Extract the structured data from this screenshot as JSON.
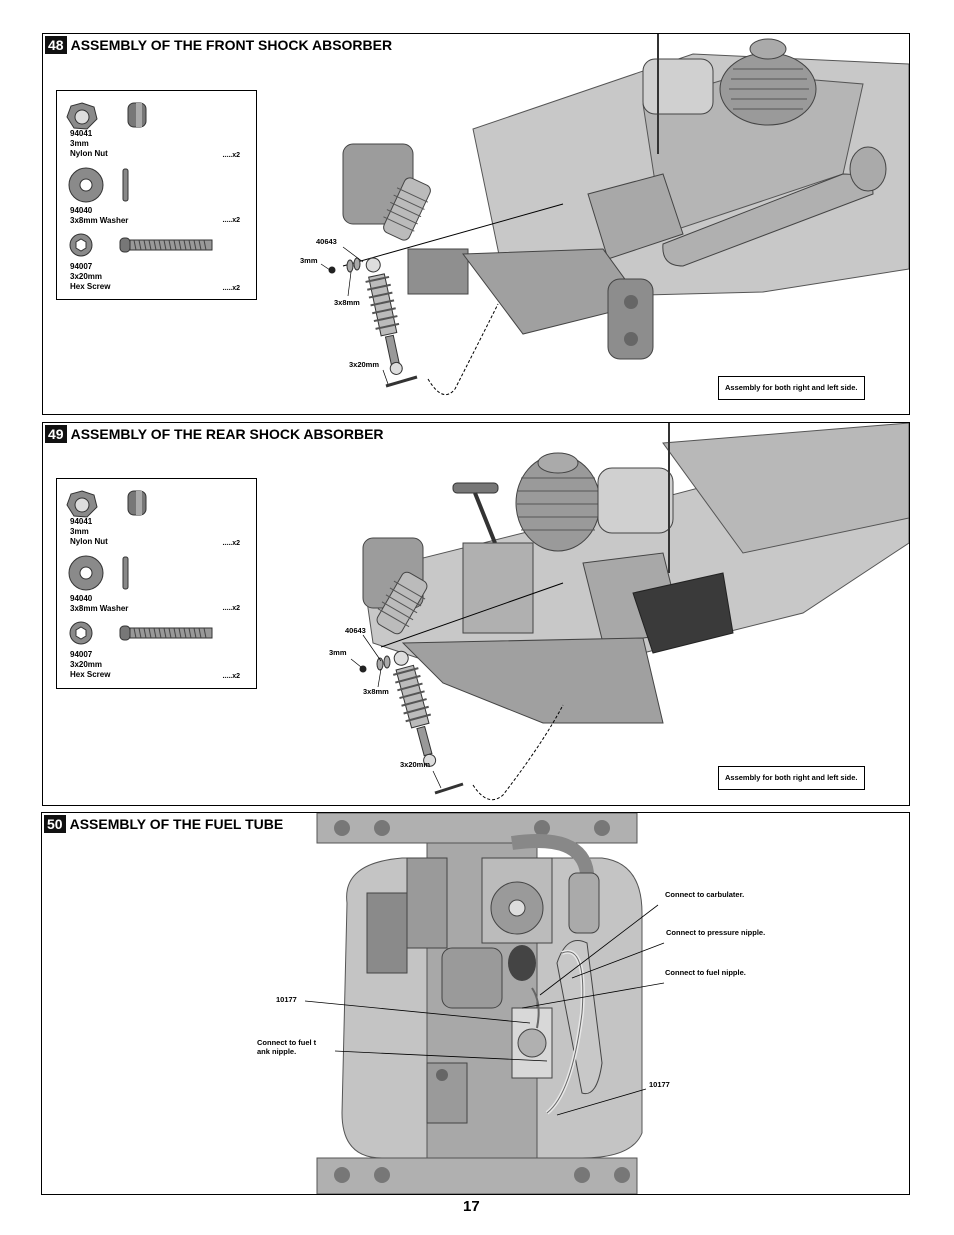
{
  "steps": [
    {
      "number": "48",
      "title": "ASSEMBLY OF THE FRONT SHOCK ABSORBER",
      "note": "Assembly for both right and left side.",
      "parts": [
        {
          "code": "94041",
          "desc": "3mm\nNylon Nut",
          "qty": ".....x2"
        },
        {
          "code": "94040",
          "desc": "3x8mm Washer",
          "qty": ".....x2"
        },
        {
          "code": "94007",
          "desc": "3x20mm\nHex Screw",
          "qty": ".....x2"
        }
      ],
      "callouts": {
        "part": "40643",
        "nut": "3mm",
        "washer": "3x8mm",
        "screw": "3x20mm"
      }
    },
    {
      "number": "49",
      "title": "ASSEMBLY OF THE REAR SHOCK ABSORBER",
      "note": "Assembly for both right and left side.",
      "parts": [
        {
          "code": "94041",
          "desc": "3mm\nNylon Nut",
          "qty": ".....x2"
        },
        {
          "code": "94040",
          "desc": "3x8mm Washer",
          "qty": ".....x2"
        },
        {
          "code": "94007",
          "desc": "3x20mm\nHex Screw",
          "qty": ".....x2"
        }
      ],
      "callouts": {
        "part": "40643",
        "nut": "3mm",
        "washer": "3x8mm",
        "screw": "3x20mm"
      }
    },
    {
      "number": "50",
      "title": "ASSEMBLY OF THE FUEL TUBE",
      "callouts": {
        "carb": "Connect to carbulater.",
        "pressure": "Connect to pressure nipple.",
        "fuel": "Connect to fuel nipple.",
        "tube_a": "10177",
        "tank": "Connect to fuel t\nank nipple.",
        "tube_b": "10177"
      }
    }
  ],
  "page_number": "17",
  "colors": {
    "frame": "#000000",
    "header_fill": "#111111",
    "drawing_gray": "#9a9a9a",
    "drawing_dark": "#555555"
  }
}
